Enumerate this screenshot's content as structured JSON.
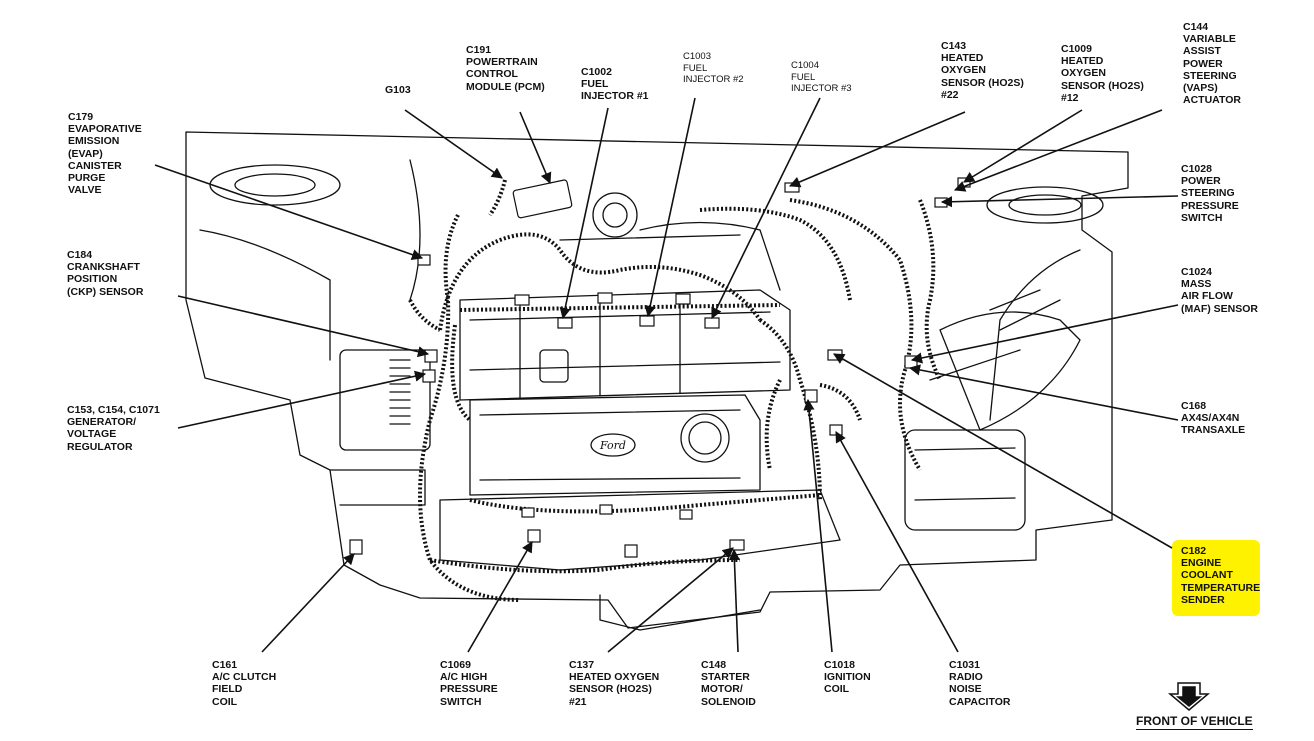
{
  "colors": {
    "ink": "#111111",
    "highlight": "#fff200",
    "paper": "#ffffff"
  },
  "icons": [
    "front-of-vehicle-arrow-icon",
    "ford-oval-logo"
  ],
  "logo_text": "Ford",
  "labels": [
    {
      "id": "g103",
      "lines": [
        "G103"
      ]
    },
    {
      "id": "c191",
      "lines": [
        "C191",
        "POWERTRAIN",
        "CONTROL",
        "MODULE (PCM)"
      ]
    },
    {
      "id": "c1002",
      "lines": [
        "C1002",
        "FUEL",
        "INJECTOR #1"
      ]
    },
    {
      "id": "c1003",
      "lines": [
        "C1003",
        "FUEL",
        "INJECTOR #2"
      ]
    },
    {
      "id": "c1004",
      "lines": [
        "C1004",
        "FUEL",
        "INJECTOR #3"
      ]
    },
    {
      "id": "c143",
      "lines": [
        "C143",
        "HEATED",
        "OXYGEN",
        "SENSOR (HO2S)",
        "#22"
      ]
    },
    {
      "id": "c1009",
      "lines": [
        "C1009",
        "HEATED",
        "OXYGEN",
        "SENSOR (HO2S)",
        "#12"
      ]
    },
    {
      "id": "c144",
      "lines": [
        "C144",
        "VARIABLE",
        "ASSIST",
        "POWER",
        "STEERING",
        "(VAPS)",
        "ACTUATOR"
      ]
    },
    {
      "id": "c179",
      "lines": [
        "C179",
        "EVAPORATIVE",
        "EMISSION",
        "(EVAP)",
        "CANISTER",
        "PURGE",
        "VALVE"
      ]
    },
    {
      "id": "c1028",
      "lines": [
        "C1028",
        "POWER",
        "STEERING",
        "PRESSURE",
        "SWITCH"
      ]
    },
    {
      "id": "c184",
      "lines": [
        "C184",
        "CRANKSHAFT",
        "POSITION",
        "(CKP) SENSOR"
      ]
    },
    {
      "id": "c1024",
      "lines": [
        "C1024",
        "MASS",
        "AIR FLOW",
        "(MAF) SENSOR"
      ]
    },
    {
      "id": "c153",
      "lines": [
        "C153, C154, C1071",
        "GENERATOR/",
        "VOLTAGE",
        "REGULATOR"
      ]
    },
    {
      "id": "c168",
      "lines": [
        "C168",
        "AX4S/AX4N",
        "TRANSAXLE"
      ]
    },
    {
      "id": "c182",
      "lines": [
        "C182",
        "ENGINE",
        "COOLANT",
        "TEMPERATURE",
        "SENDER"
      ]
    },
    {
      "id": "c161",
      "lines": [
        "C161",
        "A/C CLUTCH",
        "FIELD",
        "COIL"
      ]
    },
    {
      "id": "c1069",
      "lines": [
        "C1069",
        "A/C HIGH",
        "PRESSURE",
        "SWITCH"
      ]
    },
    {
      "id": "c137",
      "lines": [
        "C137",
        "HEATED OXYGEN",
        "SENSOR (HO2S)",
        "#21"
      ]
    },
    {
      "id": "c148",
      "lines": [
        "C148",
        "STARTER",
        "MOTOR/",
        "SOLENOID"
      ]
    },
    {
      "id": "c1018",
      "lines": [
        "C1018",
        "IGNITION",
        "COIL"
      ]
    },
    {
      "id": "c1031",
      "lines": [
        "C1031",
        "RADIO",
        "NOISE",
        "CAPACITOR"
      ]
    }
  ],
  "footer": {
    "front_of_vehicle": "FRONT OF VEHICLE"
  }
}
